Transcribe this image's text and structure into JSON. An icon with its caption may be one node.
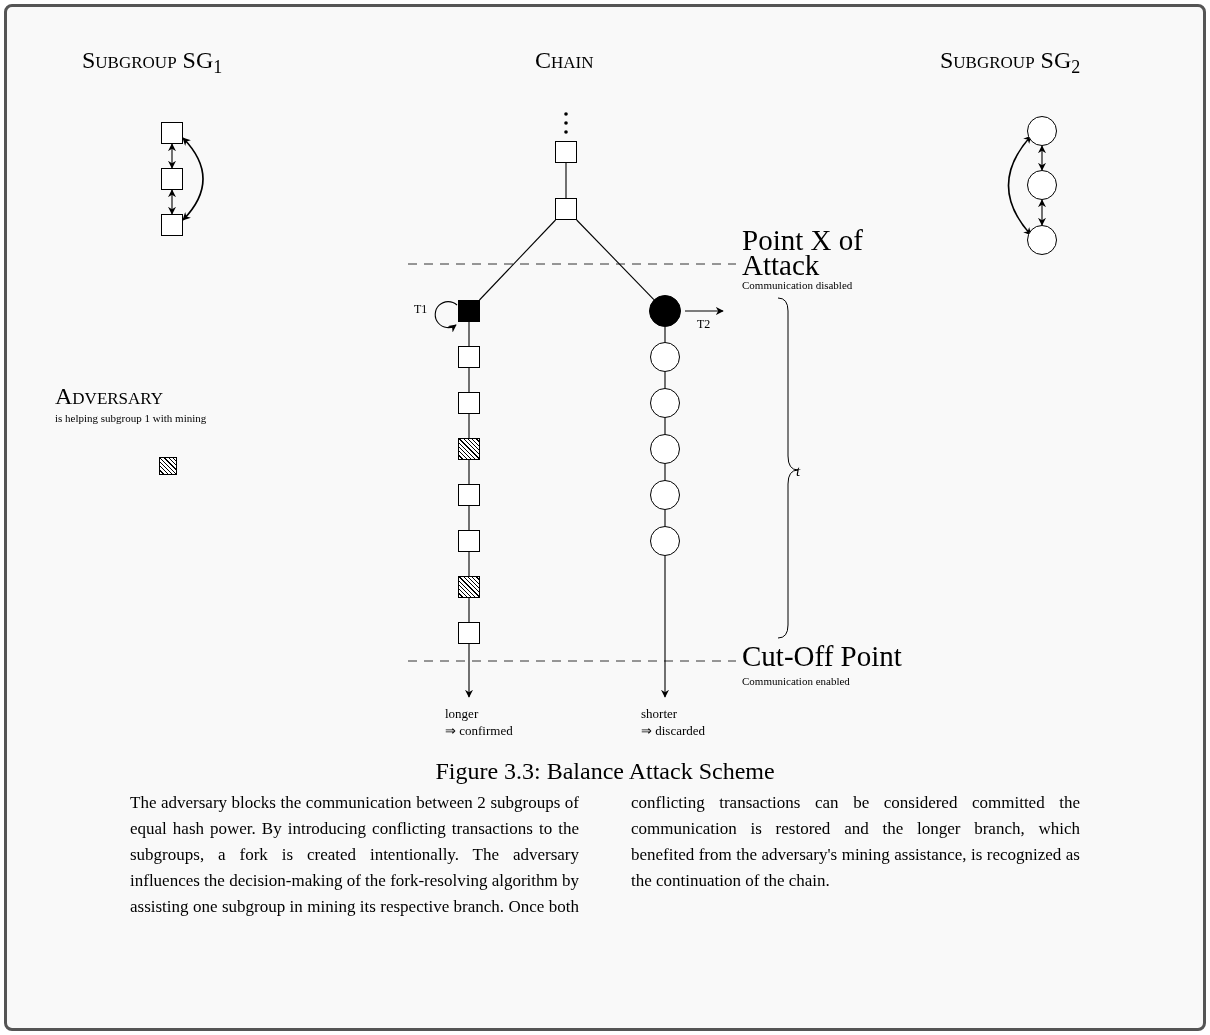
{
  "diagram": {
    "caption": "Figure 3.3: Balance Attack Scheme",
    "nodes": [
      {
        "text": [],
        "shape": "box"
      },
      {
        "text": [],
        "shape": "box"
      },
      {
        "text": [],
        "shape": "box"
      },
      {
        "text": [],
        "shape": "circle"
      },
      {
        "text": [],
        "shape": "circle"
      },
      {
        "text": [],
        "shape": "circle"
      },
      {
        "text": [],
        "shape": "box"
      },
      {
        "text": [],
        "shape": "box"
      },
      {
        "text": [],
        "shape": "box"
      },
      {
        "text": [],
        "shape": "box"
      },
      {
        "text": [],
        "shape": "box"
      },
      {
        "text": [],
        "shape": "box"
      },
      {
        "text": [],
        "shape": "box"
      },
      {
        "text": [],
        "shape": "box"
      },
      {
        "text": [],
        "shape": "box"
      },
      {
        "text": [],
        "shape": "box"
      },
      {
        "text": [],
        "shape": "circle"
      },
      {
        "text": [],
        "shape": "circle"
      },
      {
        "text": [],
        "shape": "circle"
      },
      {
        "text": [],
        "shape": "circle"
      },
      {
        "text": [],
        "shape": "circle"
      },
      {
        "text": [],
        "shape": "circle"
      },
      {
        "text": [],
        "shape": "box"
      },
      {
        "text": [
          "longer",
          "⇒ confirmed"
        ]
      },
      {
        "text": [
          "shorter",
          "⇒ discarded"
        ]
      }
    ],
    "edges": [
      {
        "from": 0,
        "to": 1,
        "arrow": "both"
      },
      {
        "from": 1,
        "to": 2,
        "arrow": "both"
      },
      {
        "from": 0,
        "to": 2,
        "arrow": "both"
      },
      {
        "from": 3,
        "to": 4,
        "arrow": "both"
      },
      {
        "from": 4,
        "to": 5,
        "arrow": "both"
      },
      {
        "from": 3,
        "to": 5,
        "arrow": "both"
      },
      {
        "from": 6,
        "to": 7,
        "arrow": "none"
      },
      {
        "from": 7,
        "to": 8,
        "arrow": "none"
      },
      {
        "from": 7,
        "to": 16,
        "arrow": "none"
      },
      {
        "from": 8,
        "to": 9,
        "arrow": "none"
      },
      {
        "from": 9,
        "to": 10,
        "arrow": "none"
      },
      {
        "from": 10,
        "to": 11,
        "arrow": "none"
      },
      {
        "from": 11,
        "to": 12,
        "arrow": "none"
      },
      {
        "from": 12,
        "to": 13,
        "arrow": "none"
      },
      {
        "from": 13,
        "to": 14,
        "arrow": "none"
      },
      {
        "from": 14,
        "to": 15,
        "arrow": "none"
      },
      {
        "from": 15,
        "to": 23,
        "arrow": "to"
      },
      {
        "from": 16,
        "to": 17,
        "arrow": "none"
      },
      {
        "from": 17,
        "to": 18,
        "arrow": "none"
      },
      {
        "from": 18,
        "to": 19,
        "arrow": "none"
      },
      {
        "from": 19,
        "to": 20,
        "arrow": "none"
      },
      {
        "from": 20,
        "to": 21,
        "arrow": "none"
      },
      {
        "from": 21,
        "to": 24,
        "arrow": "to"
      },
      {
        "from": 16,
        "to": null,
        "arrow": "to",
        "label": "T2"
      },
      {
        "from": 8,
        "to": 8,
        "arrow": "to",
        "label": "T1"
      }
    ],
    "labels": [
      "Subgroup SG$_{1}$",
      "Chain",
      "Subgroup SG$_{2}$",
      "Point X of Attack",
      "Communication disabled",
      "Adversary",
      "is helping subgroup 1 with mining",
      "t",
      "Cut-Off Point",
      "Communication enabled",
      "The adversary blocks the communication between 2 subgroups of equal hash power. By introducing conflicting transactions to the subgroups, a fork is created intentionally. The adversary influences the decision-making of the fork-resolving algorithm by assisting one subgroup in mining its respective branch. Once both conflicting transactions can be considered committed the communication is restored and the longer branch, which benefited from the adversary's mining assistance, is recognized as the continuation of the chain."
    ]
  }
}
